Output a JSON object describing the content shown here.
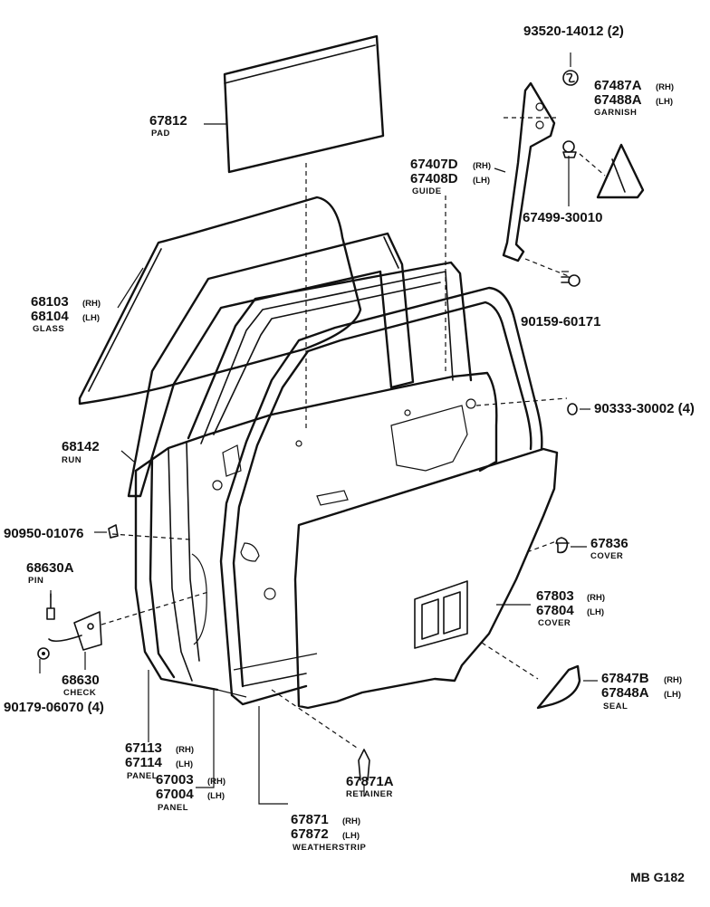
{
  "diagram_code": "MB G182",
  "parts": [
    {
      "id": "p67812",
      "number": "67812",
      "name": "PAD"
    },
    {
      "id": "p68103",
      "number": "68103",
      "suffix": "(RH)",
      "number2": "68104",
      "suffix2": "(LH)",
      "name": "GLASS"
    },
    {
      "id": "p68142",
      "number": "68142",
      "name": "RUN"
    },
    {
      "id": "p90950",
      "number": "90950-01076"
    },
    {
      "id": "p68630A",
      "number": "68630A",
      "name": "PIN"
    },
    {
      "id": "p68630",
      "number": "68630",
      "name": "CHECK"
    },
    {
      "id": "p90179",
      "number": "90179-06070 (4)"
    },
    {
      "id": "p67113",
      "number": "67113",
      "suffix": "(RH)",
      "number2": "67114",
      "suffix2": "(LH)",
      "name": "PANEL"
    },
    {
      "id": "p67003",
      "number": "67003",
      "suffix": "(RH)",
      "number2": "67004",
      "suffix2": "(LH)",
      "name": "PANEL"
    },
    {
      "id": "p67871",
      "number": "67871",
      "suffix": "(RH)",
      "number2": "67872",
      "suffix2": "(LH)",
      "name": "WEATHERSTRIP"
    },
    {
      "id": "p67871A",
      "number": "67871A",
      "name": "RETAINER"
    },
    {
      "id": "p93520",
      "number": "93520-14012 (2)"
    },
    {
      "id": "p67487A",
      "number": "67487A",
      "suffix": "(RH)",
      "number2": "67488A",
      "suffix2": "(LH)",
      "name": "GARNISH"
    },
    {
      "id": "p67407D",
      "number": "67407D",
      "suffix": "(RH)",
      "number2": "67408D",
      "suffix2": "(LH)",
      "name": "GUIDE"
    },
    {
      "id": "p67499",
      "number": "67499-30010"
    },
    {
      "id": "p90159",
      "number": "90159-60171"
    },
    {
      "id": "p90333",
      "number": "90333-30002 (4)"
    },
    {
      "id": "p67836",
      "number": "67836",
      "name": "COVER"
    },
    {
      "id": "p67803",
      "number": "67803",
      "suffix": "(RH)",
      "number2": "67804",
      "suffix2": "(LH)",
      "name": "COVER"
    },
    {
      "id": "p67847B",
      "number": "67847B",
      "suffix": "(RH)",
      "number2": "67848A",
      "suffix2": "(LH)",
      "name": "SEAL"
    }
  ]
}
